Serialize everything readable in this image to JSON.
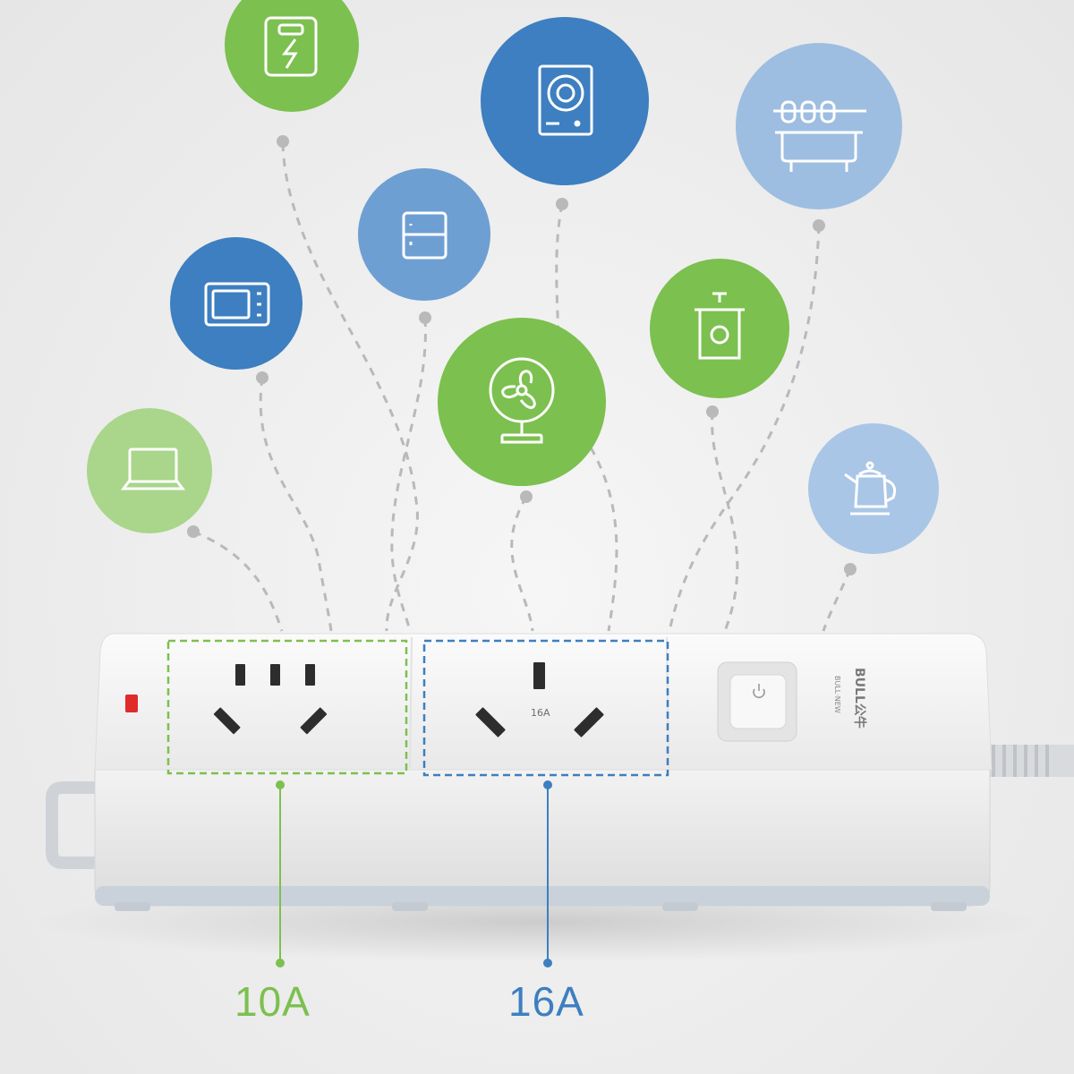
{
  "ratings": {
    "left_group": "10A",
    "right_group": "16A",
    "left_color": "#7cc04f",
    "right_color": "#3d7fc0"
  },
  "power_strip": {
    "socket_marking": "16A",
    "brand": "BULL公牛",
    "brand_sub": "BULL·NEW"
  },
  "appliances": [
    {
      "icon": "battery-charge-icon",
      "color": "#7cc04f"
    },
    {
      "icon": "induction-cooker-icon",
      "color": "#3d7fc0"
    },
    {
      "icon": "grill-icon",
      "color": "#9dbee0"
    },
    {
      "icon": "fridge-icon",
      "color": "#6e9fd3"
    },
    {
      "icon": "microwave-icon",
      "color": "#3d7fc0"
    },
    {
      "icon": "rice-cooker-icon",
      "color": "#7cc04f"
    },
    {
      "icon": "fan-icon",
      "color": "#7cc04f"
    },
    {
      "icon": "laptop-icon",
      "color": "#a9d68a"
    },
    {
      "icon": "kettle-icon",
      "color": "#a9c6e6"
    }
  ]
}
